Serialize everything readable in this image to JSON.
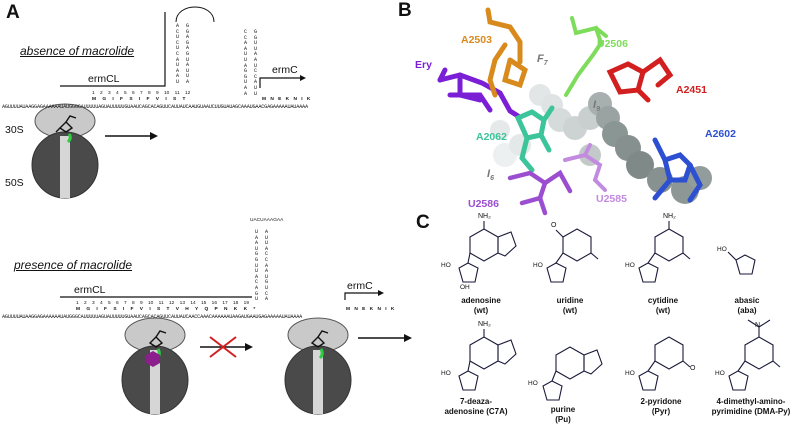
{
  "panels": {
    "a": "A",
    "b": "B",
    "c": "C"
  },
  "panel_a": {
    "top": {
      "condition": "absence of macrolide",
      "leader_gene": "ermCL",
      "downstream_gene": "ermC",
      "codon_numbers": "1 2 3 4 5 6 7 8 9 10 11 12",
      "codon_letters": "M G I F S I F V I S T",
      "mrna": "AGUUUUAUAAGGAGAAAAAAUAUGGGCAUUUUUAGUAUUUUUGUAAUCAGCACAGUUCAUUAUCAAUGUAAUCUUGUAUAGCAAAUGAACGAGAAAAAUAUAAAA",
      "subunit_30s": "30S",
      "subunit_50s": "50S",
      "hairpin1_stack_left": "A\nC\nU\nC\nU\nC\nA\nU\nA\nA\nU",
      "hairpin1_stack_right": "G\nG\nA\nG\nA\nG\nU\nA\nU\nU\nA",
      "hairpin2_stack_left": "C\nC\nA\nA\nU\nU\nA\nG\nG\nU\nA\nA",
      "hairpin2_stack_right": "G\nG\nU\nU\nA\nA\nU\nC\nC\nA\nU\nU",
      "ermc_codons": "M N E K N I K"
    },
    "bottom": {
      "condition": "presence of macrolide",
      "leader_gene": "ermCL",
      "downstream_gene": "ermC",
      "codon_numbers": "1 2 3 4 5 6 7 8 9 10 11 12 13 14 15 16 17 18 19",
      "codon_letters": "M G I F S I F V I S T V H Y Q P N K K *",
      "mrna": "AGUUUUAUAAGGAGAAAAAAUAUGGGCAUUUUUAGUAUUUUUGUAAUCAGCACAGUUCAUUAUCAACCAAACAAAAAAUAAGAUGAAUGAGAAAAAUAUAAAA",
      "hairpin_stack_left": "U\nA\nA\nU\nG\nG\nU\nU\nA\nC\nA\nG\nU",
      "hairpin_stack_right": "A\nU\nU\nA\nC\nC\nA\nA\nU\nG\nU\nC\nA",
      "hairpin_loop": "UACUAAAGAA",
      "ermc_codons": "M N E K N I K"
    }
  },
  "panel_b": {
    "labels": {
      "ery": "Ery",
      "a2503": "A2503",
      "u2506": "U2506",
      "a2451": "A2451",
      "a2062": "A2062",
      "a2602": "A2602",
      "u2586": "U2586",
      "u2585": "U2585",
      "f7": "F",
      "f7_sub": "7",
      "i9": "I",
      "i9_sub": "9",
      "i6": "I",
      "i6_sub": "6"
    },
    "colors": {
      "ery": "#7a1fd6",
      "a2503": "#d98a1c",
      "u2506": "#7ddc5a",
      "a2451": "#d21f1f",
      "a2062": "#3cc49a",
      "a2602": "#2d4fd1",
      "u2586": "#9b4fd0",
      "u2585": "#c28be0",
      "peptide_light": "#d7dcdc",
      "peptide_dark": "#8a9694"
    }
  },
  "panel_c": {
    "compounds": [
      {
        "name": "adenosine",
        "abbr": "(wt)",
        "substituent": "NH₂"
      },
      {
        "name": "uridine",
        "abbr": "(wt)",
        "substituent": "O"
      },
      {
        "name": "cytidine",
        "abbr": "(wt)",
        "substituent": "NH₂"
      },
      {
        "name": "abasic",
        "abbr": "(aba)",
        "substituent": ""
      },
      {
        "name": "7-deaza-",
        "name2": "adenosine (C7A)",
        "substituent": "NH₂"
      },
      {
        "name": "purine",
        "abbr": "(Pu)",
        "substituent": ""
      },
      {
        "name": "2-pyridone",
        "abbr": "(Pyr)",
        "substituent": "O"
      },
      {
        "name": "4-dimethyl-amino-",
        "name2": "pyrimidine (DMA-Py)",
        "substituent": "N"
      }
    ],
    "ring_labels": {
      "ho": "HO",
      "oh": "OH",
      "o": "O",
      "n": "N",
      "nh": "NH"
    }
  }
}
